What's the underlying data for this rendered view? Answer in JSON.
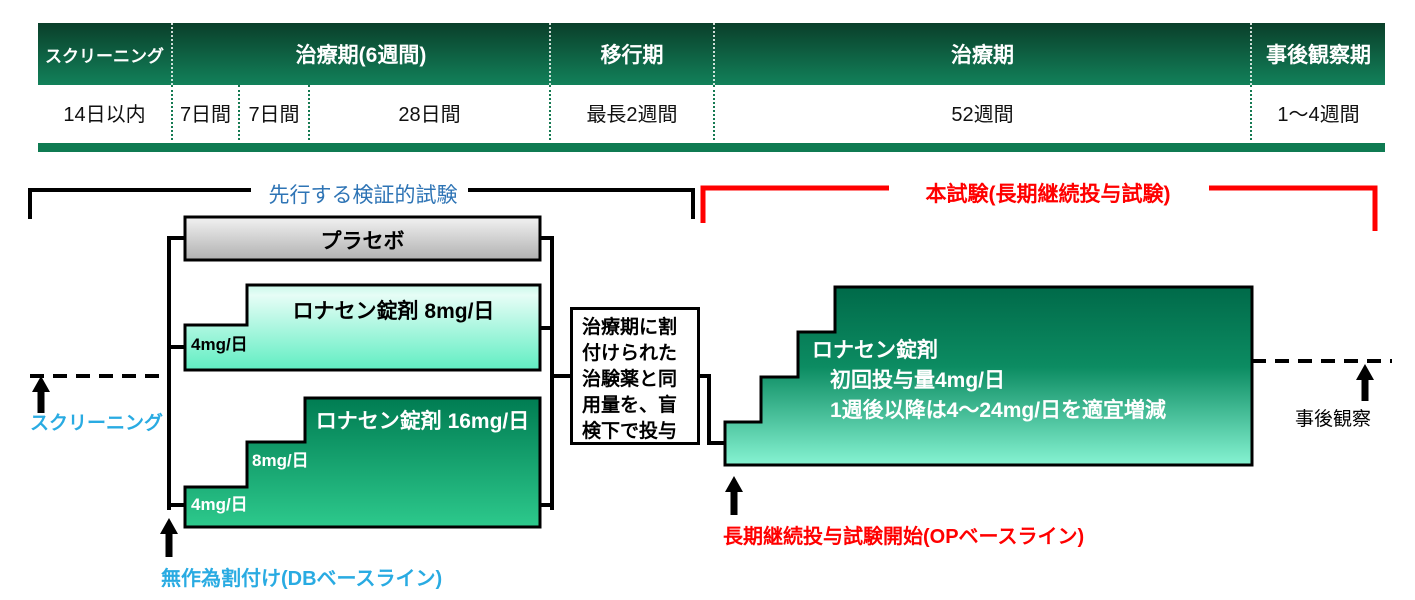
{
  "table": {
    "header_cells": [
      {
        "label": "スクリーニング"
      },
      {
        "label": "治療期(6週間)"
      },
      {
        "label": "移行期"
      },
      {
        "label": "治療期"
      },
      {
        "label": "事後観察期"
      }
    ],
    "duration_cells": [
      {
        "label": "14日以内"
      },
      {
        "label": "7日間"
      },
      {
        "label": "7日間"
      },
      {
        "label": "28日間"
      },
      {
        "label": "最長2週間"
      },
      {
        "label": "52週間"
      },
      {
        "label": "1〜4週間"
      }
    ]
  },
  "brackets": {
    "prior_study": {
      "label": "先行する検証的試験"
    },
    "main_study": {
      "label": "本試験(長期継続投与試験)"
    }
  },
  "arms": {
    "placebo": {
      "label": "プラセボ"
    },
    "lonasen_8mg": {
      "label": "ロナセン錠剤 8mg/日",
      "step_4mg": "4mg/日"
    },
    "lonasen_16mg": {
      "label": "ロナセン錠剤 16mg/日",
      "step_8mg": "8mg/日",
      "step_4mg": "4mg/日"
    },
    "open_label": {
      "line1": "ロナセン錠剤",
      "line2": "初回投与量4mg/日",
      "line3": "1週後以降は4〜24mg/日を適宜増減"
    }
  },
  "transition_box": {
    "lines": [
      "治療期に割",
      "付けられた",
      "治験薬と同",
      "用量を、盲",
      "検下で投与"
    ]
  },
  "annotations": {
    "screening": {
      "label": "スクリーニング"
    },
    "randomization": {
      "label": "無作為割付け(DBベースライン)"
    },
    "op_baseline": {
      "label": "長期継続投与試験開始(OPベースライン)"
    },
    "followup": {
      "label": "事後観察"
    }
  },
  "colors": {
    "header_green_dark": "#0a3f2a",
    "header_green": "#12815a",
    "bottom_bar_green": "#0f7b52",
    "accent_blue_cyan": "#29abe2",
    "accent_blue_steel": "#2e74b5",
    "accent_red": "#ff0000",
    "mint_gradient_top": "#d8fbef",
    "mint_gradient_bottom": "#5feec2",
    "green_gradient_top": "#007c52",
    "green_gradient_bottom": "#2dc98c",
    "open_label_gradient_top": "#006a49",
    "open_label_gradient_bottom": "#86f3d2",
    "placebo_gradient_top": "#f2f2f2",
    "placebo_gradient_bottom": "#b0b0b0"
  }
}
